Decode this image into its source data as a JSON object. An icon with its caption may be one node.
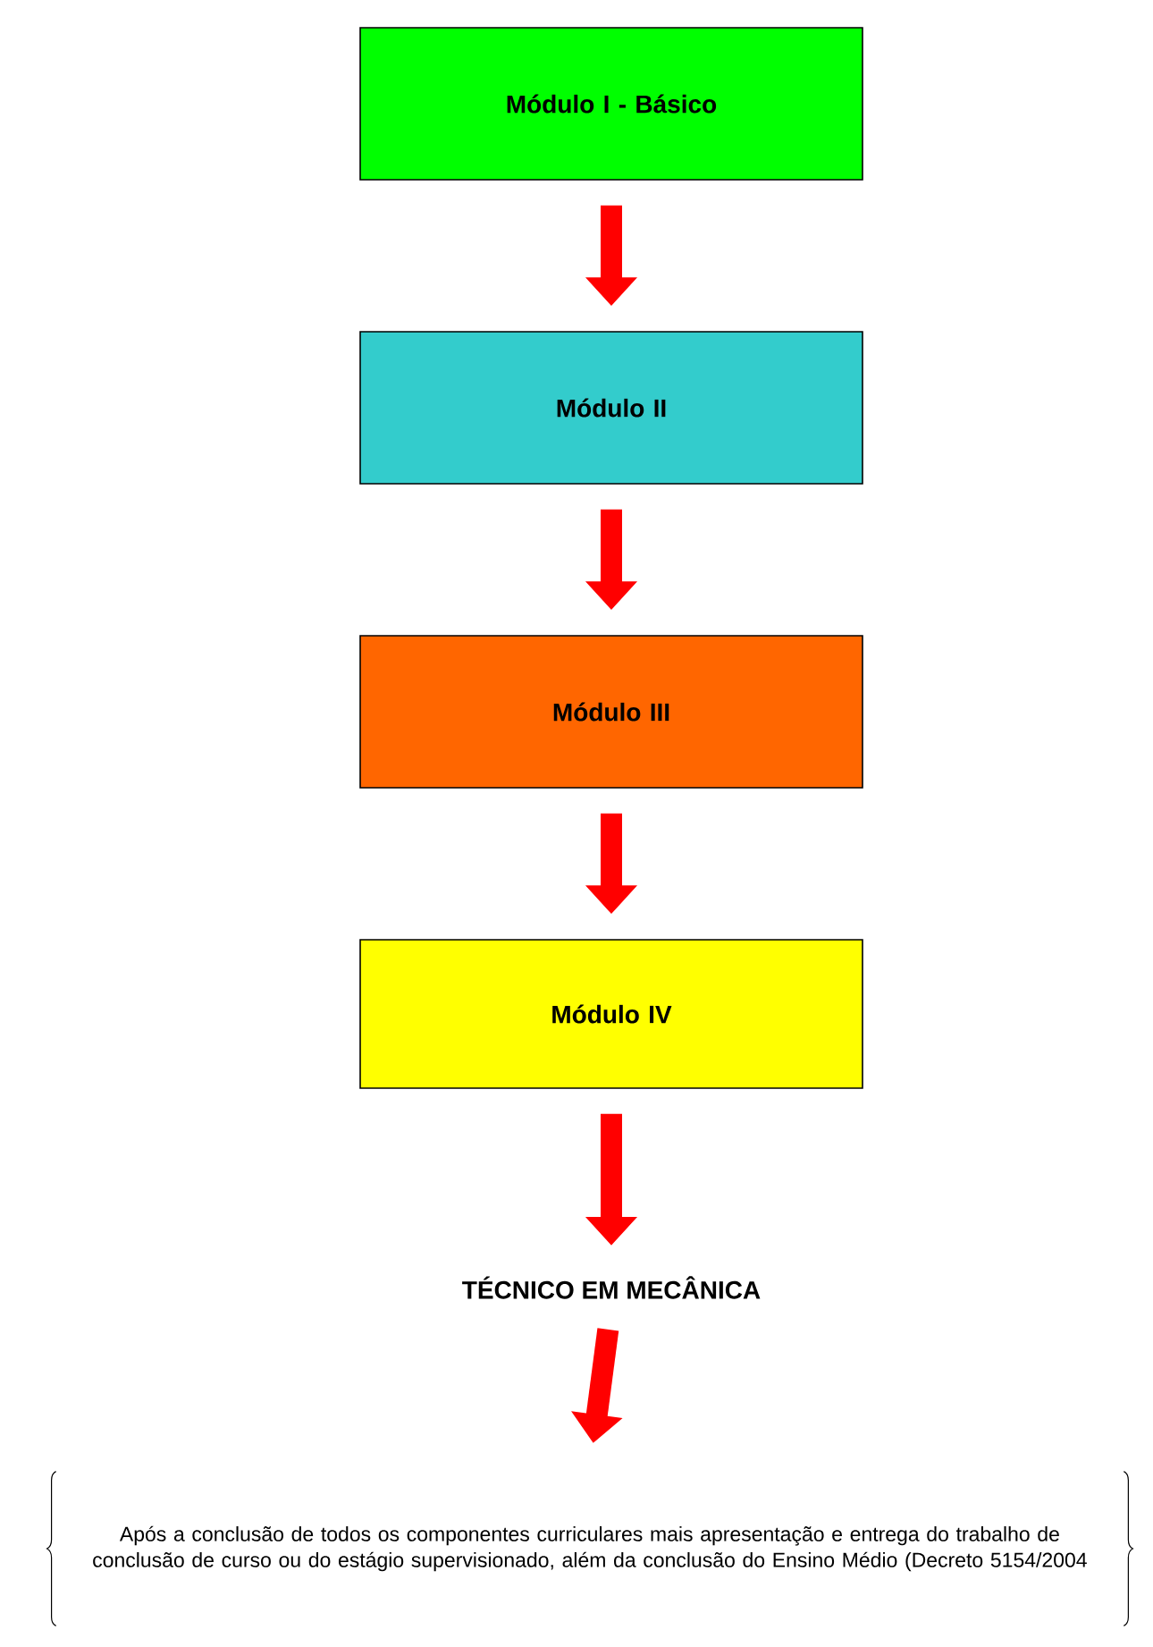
{
  "diagram": {
    "nodes": [
      {
        "text": [
          "Módulo I - Básico"
        ]
      },
      {
        "text": [
          "Módulo II"
        ]
      },
      {
        "text": [
          "Módulo III"
        ]
      },
      {
        "text": [
          "Módulo IV"
        ]
      },
      {
        "text": [
          "TÉCNICO EM MECÂNICA"
        ]
      },
      {
        "text": [
          "Após a conclusão de todos os componentes curriculares mais apresentação e entrega do trabalho de conclusão de curso ou do estágio supervisionado, além da conclusão do Ensino Médio (Decreto 5154/2004"
        ]
      }
    ],
    "edges": [
      {
        "from": 0,
        "to": 1,
        "arrow": "to"
      },
      {
        "from": 1,
        "to": 2,
        "arrow": "to"
      },
      {
        "from": 2,
        "to": 3,
        "arrow": "to"
      },
      {
        "from": 3,
        "to": 4,
        "arrow": "to"
      },
      {
        "from": 4,
        "to": 5,
        "arrow": "to"
      }
    ]
  }
}
